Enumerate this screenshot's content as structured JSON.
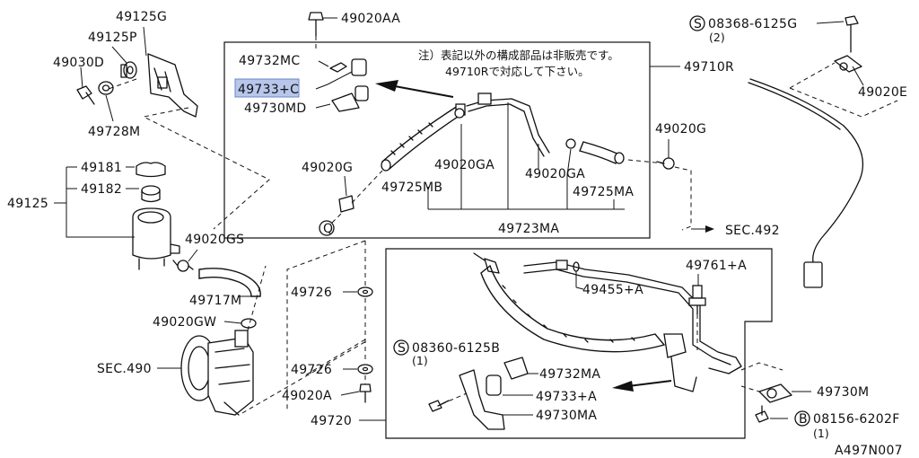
{
  "diagram": {
    "code": "A497N007",
    "note_line1": "注）表記以外の構成部品は非販売です。",
    "note_line2": "49710Rで対応して下さい。",
    "highlight_color": "#b7c6ea",
    "labels": {
      "p49125G": "49125G",
      "p49125P": "49125P",
      "p49030D": "49030D",
      "p49728M": "49728M",
      "p49181": "49181",
      "p49182": "49182",
      "p49125": "49125",
      "p49020GS": "49020GS",
      "p49717M": "49717M",
      "p49020GW": "49020GW",
      "sec490": "SEC.490",
      "p49020AA": "49020AA",
      "p49732MC": "49732MC",
      "p49733C": "49733+C",
      "p49730MD": "49730MD",
      "p49710R": "49710R",
      "p08368": "08368-6125G",
      "p08368_qty": "(2)",
      "p49020E": "49020E",
      "p49020G_r": "49020G",
      "p49020G_l": "49020G",
      "p49020GA_1": "49020GA",
      "p49020GA_2": "49020GA",
      "p49725MB": "49725MB",
      "p49725MA": "49725MA",
      "p49723MA": "49723MA",
      "sec492": "SEC.492",
      "p49726_1": "49726",
      "p49726_2": "49726",
      "p49761A": "49761+A",
      "p49455A": "49455+A",
      "p08360": "08360-6125B",
      "p08360_qty": "(1)",
      "p49732MA": "49732MA",
      "p49733A": "49733+A",
      "p49730MA": "49730MA",
      "p49020A": "49020A",
      "p49720": "49720",
      "p49730M": "49730M",
      "p08156": "08156-6202F",
      "p08156_qty": "(1)",
      "mark_s": "S",
      "mark_b": "B",
      "mark_q": "Q"
    }
  }
}
